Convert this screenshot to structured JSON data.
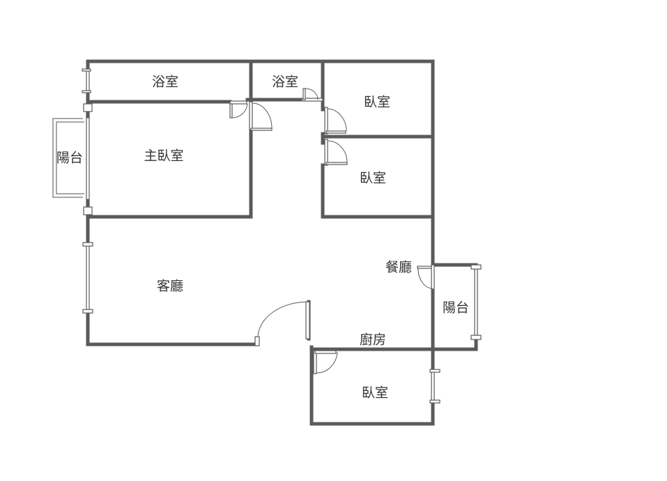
{
  "rooms": {
    "bathroom_master": "浴室",
    "bathroom_second": "浴室",
    "bedroom_top": "臥室",
    "bedroom_middle": "臥室",
    "master_bedroom": "主臥室",
    "balcony_left": "陽台",
    "living_room": "客廳",
    "dining_room": "餐廳",
    "balcony_right": "陽台",
    "kitchen": "廚房",
    "bedroom_bottom": "臥室"
  }
}
